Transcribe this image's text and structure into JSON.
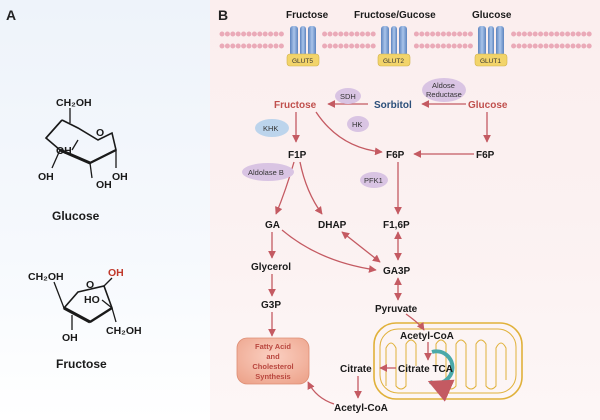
{
  "panels": {
    "a_label": "A",
    "b_label": "B"
  },
  "panel_a": {
    "glucose": {
      "ch2oh": "CH₂OH",
      "o_ring": "O",
      "oh_1": "OH",
      "oh_2": "OH",
      "oh_3": "OH",
      "oh_4": "OH",
      "caption": "Glucose"
    },
    "fructose": {
      "ch2oh_top": "CH₂OH",
      "o_ring": "O",
      "oh_red": "OH",
      "ho": "HO",
      "ch2oh_right": "CH₂OH",
      "oh_bottom": "OH",
      "caption": "Fructose"
    }
  },
  "transporters": {
    "top_labels": [
      "Fructose",
      "Fructose/Gucose",
      "Glucose"
    ],
    "channels": [
      "GLUT5",
      "GLUT2",
      "GLUT1"
    ]
  },
  "metabolites": {
    "fructose": "Fructose",
    "sorbitol": "Sorbitol",
    "glucose": "Glucose",
    "f1p": "F1P",
    "f6p_mid": "F6P",
    "f6p_right": "F6P",
    "ga": "GA",
    "dhap": "DHAP",
    "f16p": "F1,6P",
    "glycerol": "Glycerol",
    "ga3p": "GA3P",
    "g3p": "G3P",
    "pyruvate": "Pyruvate",
    "acetyl_coa_mito": "Acetyl-CoA",
    "citrate_tca": "Citrate TCA",
    "citrate": "Citrate",
    "acetyl_coa_bottom": "Acetyl-CoA"
  },
  "enzymes": {
    "sdh": "SDH",
    "aldose_reductase_1": "Aldose",
    "aldose_reductase_2": "Reductase",
    "hk": "HK",
    "khk": "KHK",
    "aldolase_b": "Aldolase B",
    "pfk1": "PFK1"
  },
  "output_box": {
    "line1": "Fatty Acid",
    "line2": "and",
    "line3": "Cholesterol",
    "line4": "Synthesis"
  },
  "colors": {
    "arrow": "#c45a62",
    "enzyme_fill": "#d9c4e3",
    "khk_fill": "#bcd4ec",
    "membrane_bead": "#eaaab8",
    "glut_blue": "#7b9fd0",
    "glut_yellow": "#f2d46a",
    "mito_outline": "#e0b13a",
    "tca_cycle": "#4aa9a9",
    "fa_box": "#eda48c"
  }
}
